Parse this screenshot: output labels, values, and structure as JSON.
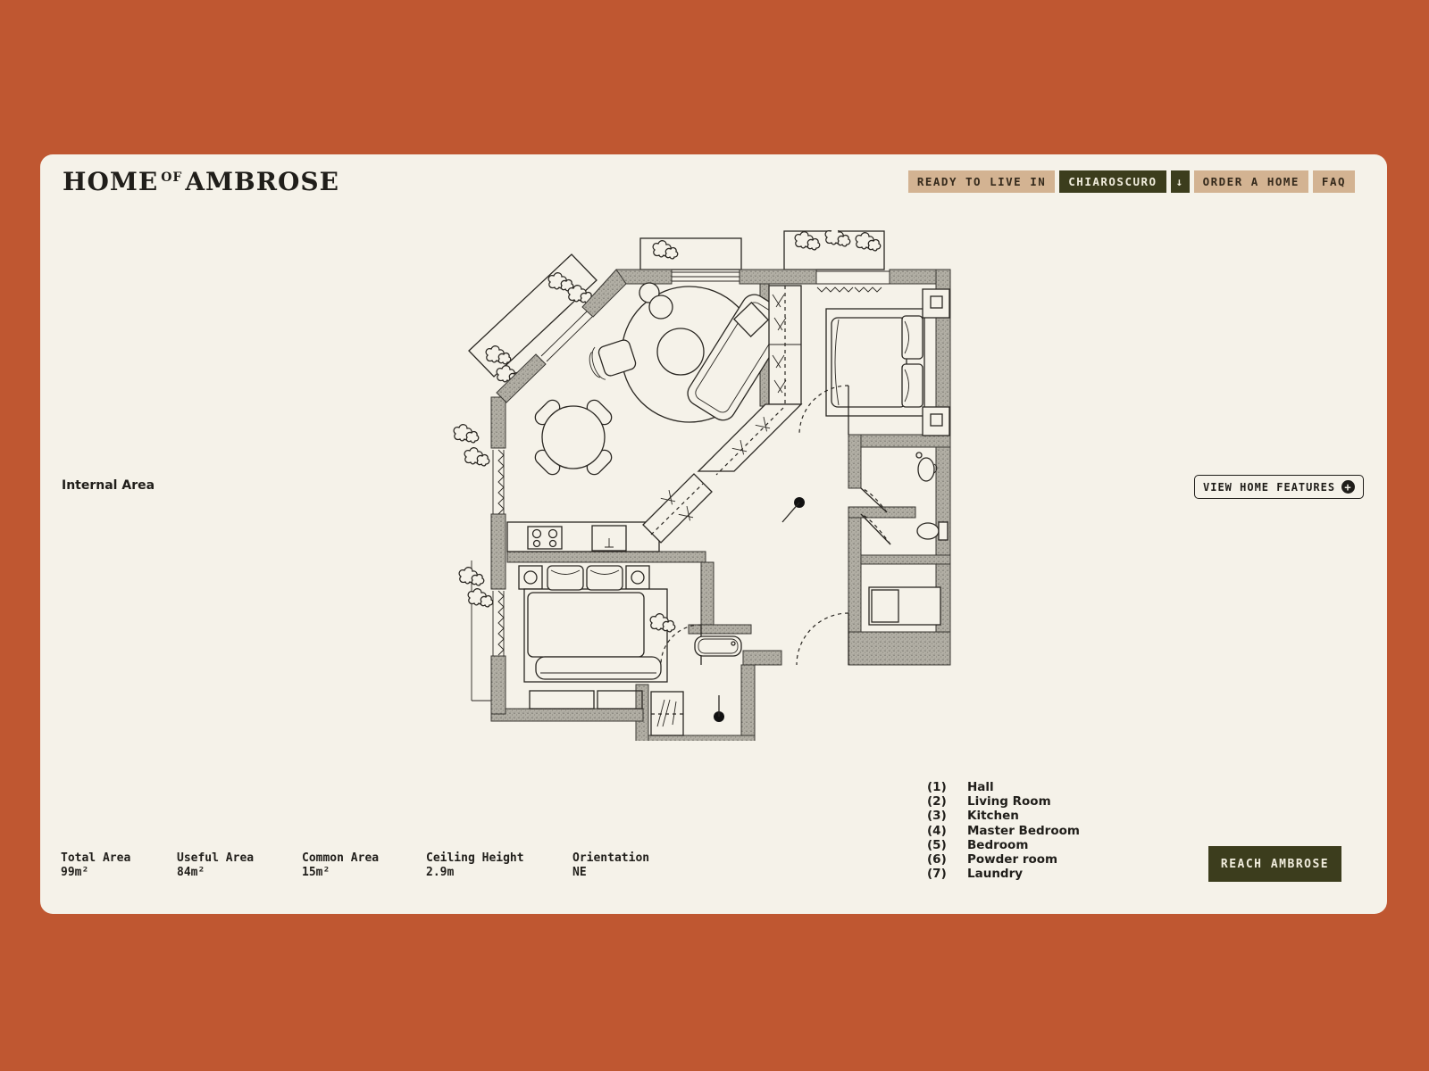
{
  "header": {
    "logo": {
      "part1": "HOME",
      "part2": "OF",
      "part3": "AMBROSE"
    },
    "nav": [
      {
        "label": "READY TO LIVE IN"
      },
      {
        "label": "CHIAROSCURO"
      },
      {
        "label": "ORDER A HOME"
      },
      {
        "label": "FAQ"
      }
    ],
    "dropdown_arrow": "↓"
  },
  "plan_section": {
    "area_label": "Internal Area",
    "features_button_label": "VIEW HOME FEATURES",
    "plus_glyph": "+"
  },
  "legend": [
    {
      "num": "(1)",
      "label": "Hall"
    },
    {
      "num": "(2)",
      "label": "Living Room"
    },
    {
      "num": "(3)",
      "label": "Kitchen"
    },
    {
      "num": "(4)",
      "label": "Master Bedroom"
    },
    {
      "num": "(5)",
      "label": "Bedroom"
    },
    {
      "num": "(6)",
      "label": "Powder room"
    },
    {
      "num": "(7)",
      "label": "Laundry"
    }
  ],
  "stats": [
    {
      "label": "Total Area",
      "value": "99m²"
    },
    {
      "label": "Useful Area",
      "value": "84m²"
    },
    {
      "label": "Common Area",
      "value": "15m²"
    },
    {
      "label": "Ceiling Height",
      "value": "2.9m"
    },
    {
      "label": "Orientation",
      "value": "NE"
    }
  ],
  "cta": {
    "label": "REACH AMBROSE"
  },
  "colors": {
    "frame": "#bf5731",
    "card": "#f5f2e9",
    "tan_button": "#d3b392",
    "olive_button": "#3c3d1d",
    "ink": "#201e1a",
    "wall_gray": "#b2afa5"
  }
}
